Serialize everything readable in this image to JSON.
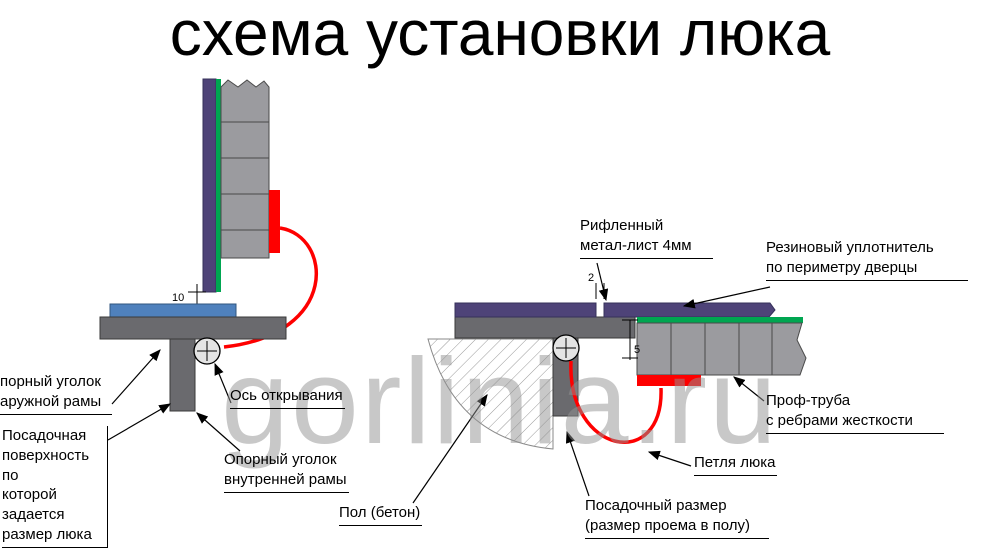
{
  "title": "схема установки люка",
  "watermark": "gorlinia.ru",
  "callouts": {
    "outer_frame": "порный уголок\nаружной рамы",
    "axis": "Ось открывания",
    "surface": "Посадочная\nповерхность по\nкоторой задается\nразмер люка",
    "inner_frame": "Опорный уголок\nвнутренней рамы",
    "riffled": "Рифленный\nметал-лист 4мм",
    "rubber": "Резиновый уплотнитель\nпо периметру дверцы",
    "prof": "Проф-труба\nс ребрами жесткости",
    "hinge": "Петля люка",
    "floor": "Пол (бетон)",
    "size": "Посадочный размер\n(размер проема в полу)"
  },
  "dims": {
    "d10": "10",
    "d2": "2",
    "d5": "5"
  },
  "colors": {
    "sheet_purple": "#4e4378",
    "seal_green": "#00a651",
    "hinge_red": "#fe0000",
    "plate_blue": "#4f81bd",
    "frame_gray": "#6a6a6e",
    "block_gray": "#9b9b9f"
  }
}
